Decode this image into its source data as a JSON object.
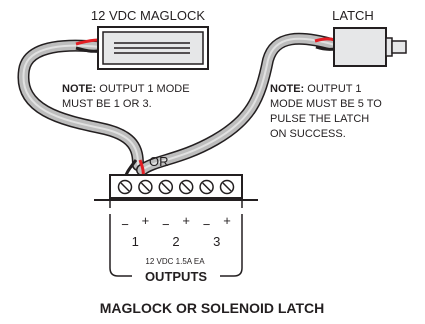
{
  "maglock": {
    "title": "12 VDC MAGLOCK"
  },
  "latch": {
    "title": "LATCH"
  },
  "note1": {
    "bold": "NOTE:",
    "line1": " OUTPUT 1 MODE",
    "line2": "MUST BE 1 OR 3."
  },
  "note2": {
    "bold": "NOTE:",
    "line1": " OUTPUT 1",
    "line2": "MODE MUST BE 5 TO",
    "line3": "PULSE THE LATCH",
    "line4": "ON SUCCESS."
  },
  "or_label": "OR",
  "terminal": {
    "signs": [
      "−",
      "+",
      "−",
      "+",
      "−",
      "+"
    ],
    "numbers": [
      "1",
      "2",
      "3"
    ],
    "rating": "12 VDC 1.5A EA",
    "outputs_label": "OUTPUTS"
  },
  "caption": "MAGLOCK OR SOLENOID LATCH",
  "colors": {
    "ink": "#231f20",
    "red_wire": "#e31e24",
    "cable_gray": "#bdbdbd",
    "device_fill": "#e6e7e8"
  }
}
